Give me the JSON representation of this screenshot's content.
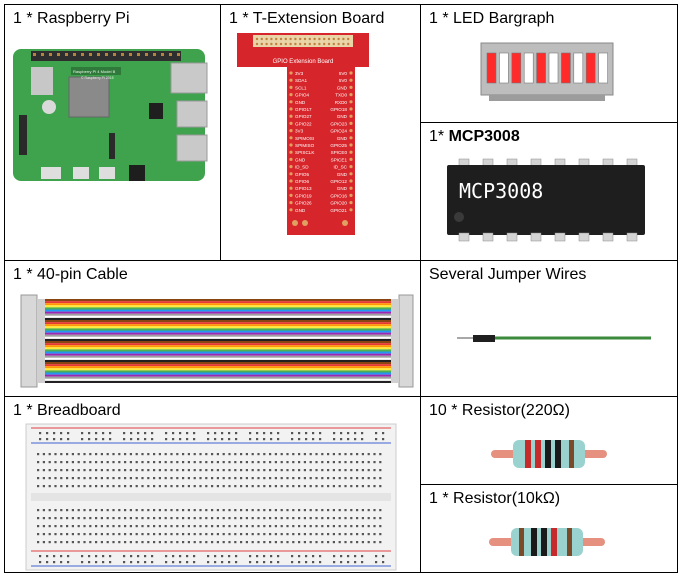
{
  "components": {
    "raspberry_pi": {
      "label": "1 * Raspberry Pi",
      "board_text_1": "Raspberry Pi 4 Model B",
      "board_text_2": "© Raspberry Pi 2018"
    },
    "t_extension": {
      "label": "1 * T-Extension Board",
      "board_title": "GPIO Extension Board",
      "left_pins": [
        "3V3",
        "SDA1",
        "SCL1",
        "GPIO4",
        "GND",
        "GPIO17",
        "GPIO27",
        "GPIO22",
        "3V3",
        "SPIMOSI",
        "SPIMISO",
        "SPISCLK",
        "GND",
        "ID_SD",
        "GPIO5",
        "GPIO6",
        "GPIO13",
        "GPIO19",
        "GPIO26",
        "GND"
      ],
      "right_pins": [
        "5V0",
        "5V0",
        "GND",
        "TXD0",
        "RXD0",
        "GPIO18",
        "GND",
        "GPIO23",
        "GPIO24",
        "GND",
        "GPIO25",
        "SPICE0",
        "SPICE1",
        "ID_SC",
        "GND",
        "GPIO12",
        "GND",
        "GPIO16",
        "GPIO20",
        "GPIO21"
      ]
    },
    "led_bargraph": {
      "label": "1 * LED Bargraph"
    },
    "mcp3008": {
      "label_prefix": "1*",
      "label_name": "MCP3008",
      "chip_text": "MCP3008"
    },
    "cable": {
      "label": "1 * 40-pin Cable"
    },
    "jumper": {
      "label": "Several Jumper Wires"
    },
    "breadboard": {
      "label": "1 * Breadboard"
    },
    "resistor_220": {
      "label": "10 * Resistor(220Ω)"
    },
    "resistor_10k": {
      "label": "1 * Resistor(10kΩ)"
    }
  },
  "colors": {
    "pcb_green": "#3fa34d",
    "ext_red": "#d7262b",
    "led_red": "#ff2a2a",
    "chip_black": "#1e1e1e",
    "jumper_green": "#3c8a3c",
    "resistor_body": "#9ad2cf",
    "lead_color": "#e6907f"
  }
}
